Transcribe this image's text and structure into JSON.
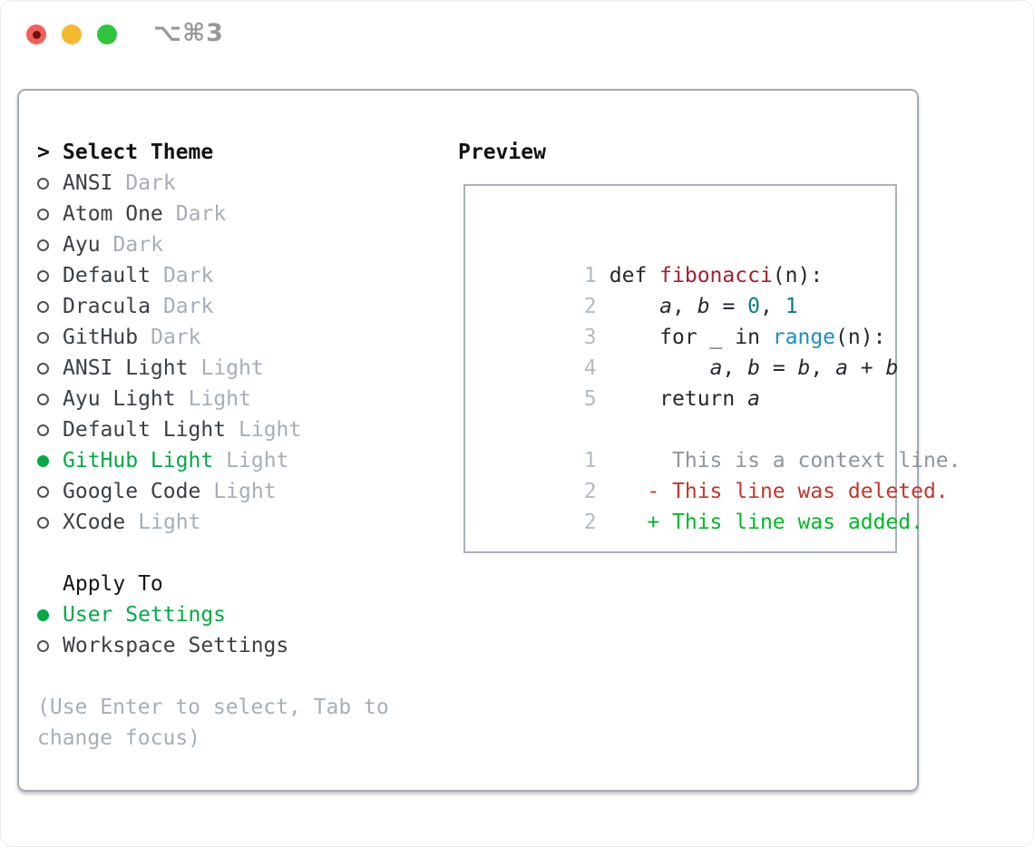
{
  "titlebar": {
    "title": "⌥⌘3",
    "buttons": {
      "close": "close",
      "minimize": "minimize",
      "zoom": "zoom"
    }
  },
  "colors": {
    "selection_green": "#00ab44",
    "diff_added_green": "#00b828",
    "diff_deleted_red": "#c4372b",
    "function_red": "#a81e2e",
    "number_teal": "#0e7c86",
    "builtin_blue": "#1b8cc8",
    "muted_gray": "#a6aeb8",
    "panel_border": "#a3abb4"
  },
  "sidebar": {
    "header_symbol": ">",
    "header": "Select Theme",
    "themes": [
      {
        "name": "ANSI",
        "variant": "Dark",
        "selected": false
      },
      {
        "name": "Atom One",
        "variant": "Dark",
        "selected": false
      },
      {
        "name": "Ayu",
        "variant": "Dark",
        "selected": false
      },
      {
        "name": "Default",
        "variant": "Dark",
        "selected": false
      },
      {
        "name": "Dracula",
        "variant": "Dark",
        "selected": false
      },
      {
        "name": "GitHub",
        "variant": "Dark",
        "selected": false
      },
      {
        "name": "ANSI Light",
        "variant": "Light",
        "selected": false
      },
      {
        "name": "Ayu Light",
        "variant": "Light",
        "selected": false
      },
      {
        "name": "Default Light",
        "variant": "Light",
        "selected": false
      },
      {
        "name": "GitHub Light",
        "variant": "Light",
        "selected": true
      },
      {
        "name": "Google Code",
        "variant": "Light",
        "selected": false
      },
      {
        "name": "XCode",
        "variant": "Light",
        "selected": false
      }
    ],
    "apply_to": {
      "header": "Apply To",
      "options": [
        {
          "label": "User Settings",
          "selected": true
        },
        {
          "label": "Workspace Settings",
          "selected": false
        }
      ]
    },
    "help_lines": [
      "(Use Enter to select, Tab to",
      "change focus)"
    ]
  },
  "preview": {
    "header": "Preview",
    "code": {
      "l1": {
        "n": "1",
        "kw": "def ",
        "fn": "fibonacci",
        "rest": "(n):"
      },
      "l2": {
        "n": "2",
        "ind": "    ",
        "v1": "a",
        "p1": ", ",
        "v2": "b",
        "p2": " = ",
        "num1": "0",
        "p3": ", ",
        "num2": "1"
      },
      "l3": {
        "n": "3",
        "p1": "    for _ in ",
        "fn": "range",
        "p2": "(n):"
      },
      "l4": {
        "n": "4",
        "ind": "        ",
        "v1": "a",
        "p1": ", ",
        "v2": "b",
        "p2": " = ",
        "v3": "b",
        "p3": ", ",
        "v4": "a",
        "p4": " + ",
        "v5": "b"
      },
      "l5": {
        "n": "5",
        "p1": "    return ",
        "v1": "a"
      }
    },
    "diff": {
      "context": {
        "n": "1",
        "text": "     This is a context line."
      },
      "deleted": {
        "n": "2",
        "text": "   - This line was deleted."
      },
      "added": {
        "n": "2",
        "text": "   + This line was added."
      }
    }
  }
}
